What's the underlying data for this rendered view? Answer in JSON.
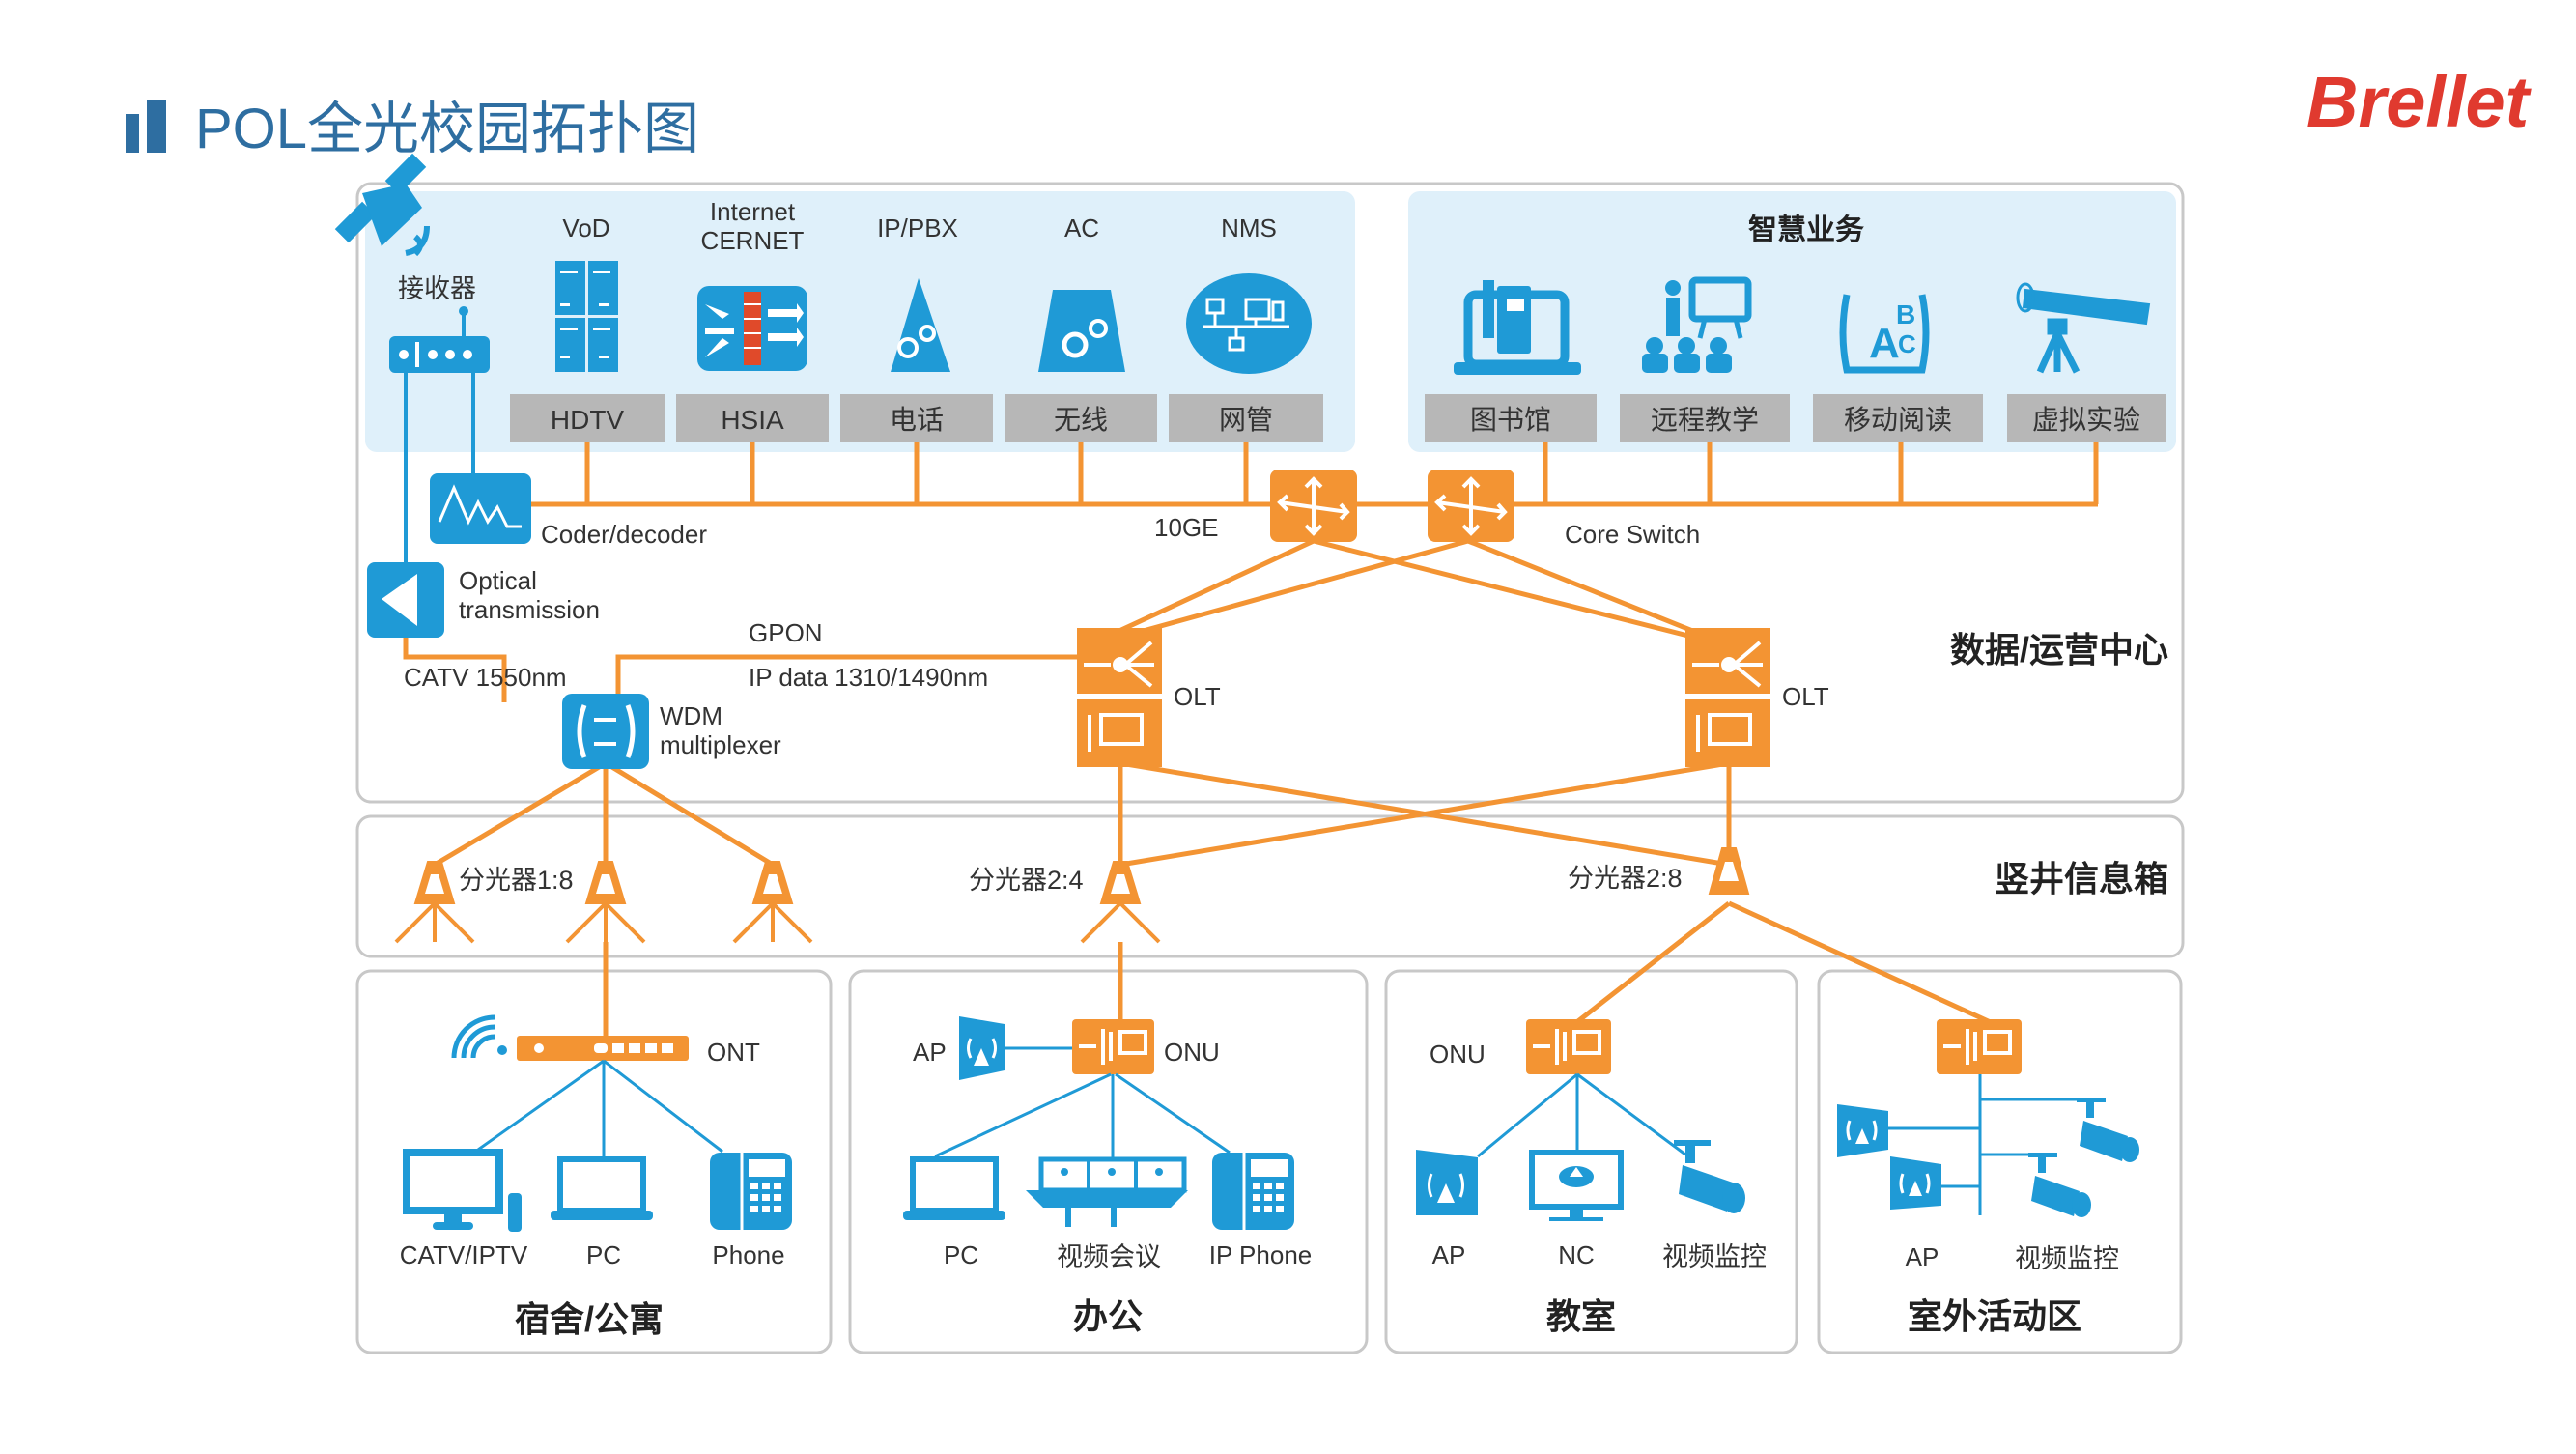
{
  "page": {
    "title": "POL全光校园拓扑图",
    "logo": "Brellet"
  },
  "colors": {
    "title": "#2e6ea1",
    "logo": "#e03a2f",
    "orange": "#f39433",
    "blue": "#1f9ad6",
    "panel_bg": "#dff0fa",
    "gray_box": "#b7b7b7"
  },
  "top_services": {
    "receiver_label": "接收器",
    "items": [
      {
        "top": "VoD",
        "bottom": "HDTV",
        "icon": "server-icon"
      },
      {
        "top": "Internet\nCERNET",
        "top_lines": [
          "Internet",
          "CERNET"
        ],
        "bottom": "HSIA",
        "icon": "firewall-icon"
      },
      {
        "top": "IP/PBX",
        "bottom": "电话",
        "icon": "pbx-icon"
      },
      {
        "top": "AC",
        "bottom": "无线",
        "icon": "ac-icon"
      },
      {
        "top": "NMS",
        "bottom": "网管",
        "icon": "nms-icon"
      }
    ]
  },
  "smart_services": {
    "title": "智慧业务",
    "items": [
      {
        "label": "图书馆",
        "icon": "library-icon"
      },
      {
        "label": "远程教学",
        "icon": "remote-teaching-icon"
      },
      {
        "label": "移动阅读",
        "icon": "mobile-reading-icon"
      },
      {
        "label": "虚拟实验",
        "icon": "telescope-icon"
      }
    ]
  },
  "datacenter": {
    "section_label": "数据/运营中心",
    "coder": "Coder/decoder",
    "optical": [
      "Optical",
      "transmission"
    ],
    "link_10ge": "10GE",
    "core_switch": "Core Switch",
    "gpon": "GPON",
    "ip_data": "IP data 1310/1490nm",
    "catv": "CATV 1550nm",
    "wdm": [
      "WDM",
      "multiplexer"
    ],
    "olt_left": "OLT",
    "olt_right": "OLT"
  },
  "shaft": {
    "section_label": "竖井信息箱",
    "splitter_1": "分光器1:8",
    "splitter_2": "分光器2:4",
    "splitter_3": "分光器2:8"
  },
  "zones": [
    {
      "name": "宿舍/公寓",
      "gateway": "ONT",
      "devices": [
        "CATV/IPTV",
        "PC",
        "Phone"
      ]
    },
    {
      "name": "办公",
      "gateway": "ONU",
      "ap": "AP",
      "devices": [
        "PC",
        "视频会议",
        "IP Phone"
      ]
    },
    {
      "name": "教室",
      "gateway": "ONU",
      "devices": [
        "AP",
        "NC",
        "视频监控"
      ]
    },
    {
      "name": "室外活动区",
      "devices": [
        "AP",
        "视频监控"
      ]
    }
  ]
}
